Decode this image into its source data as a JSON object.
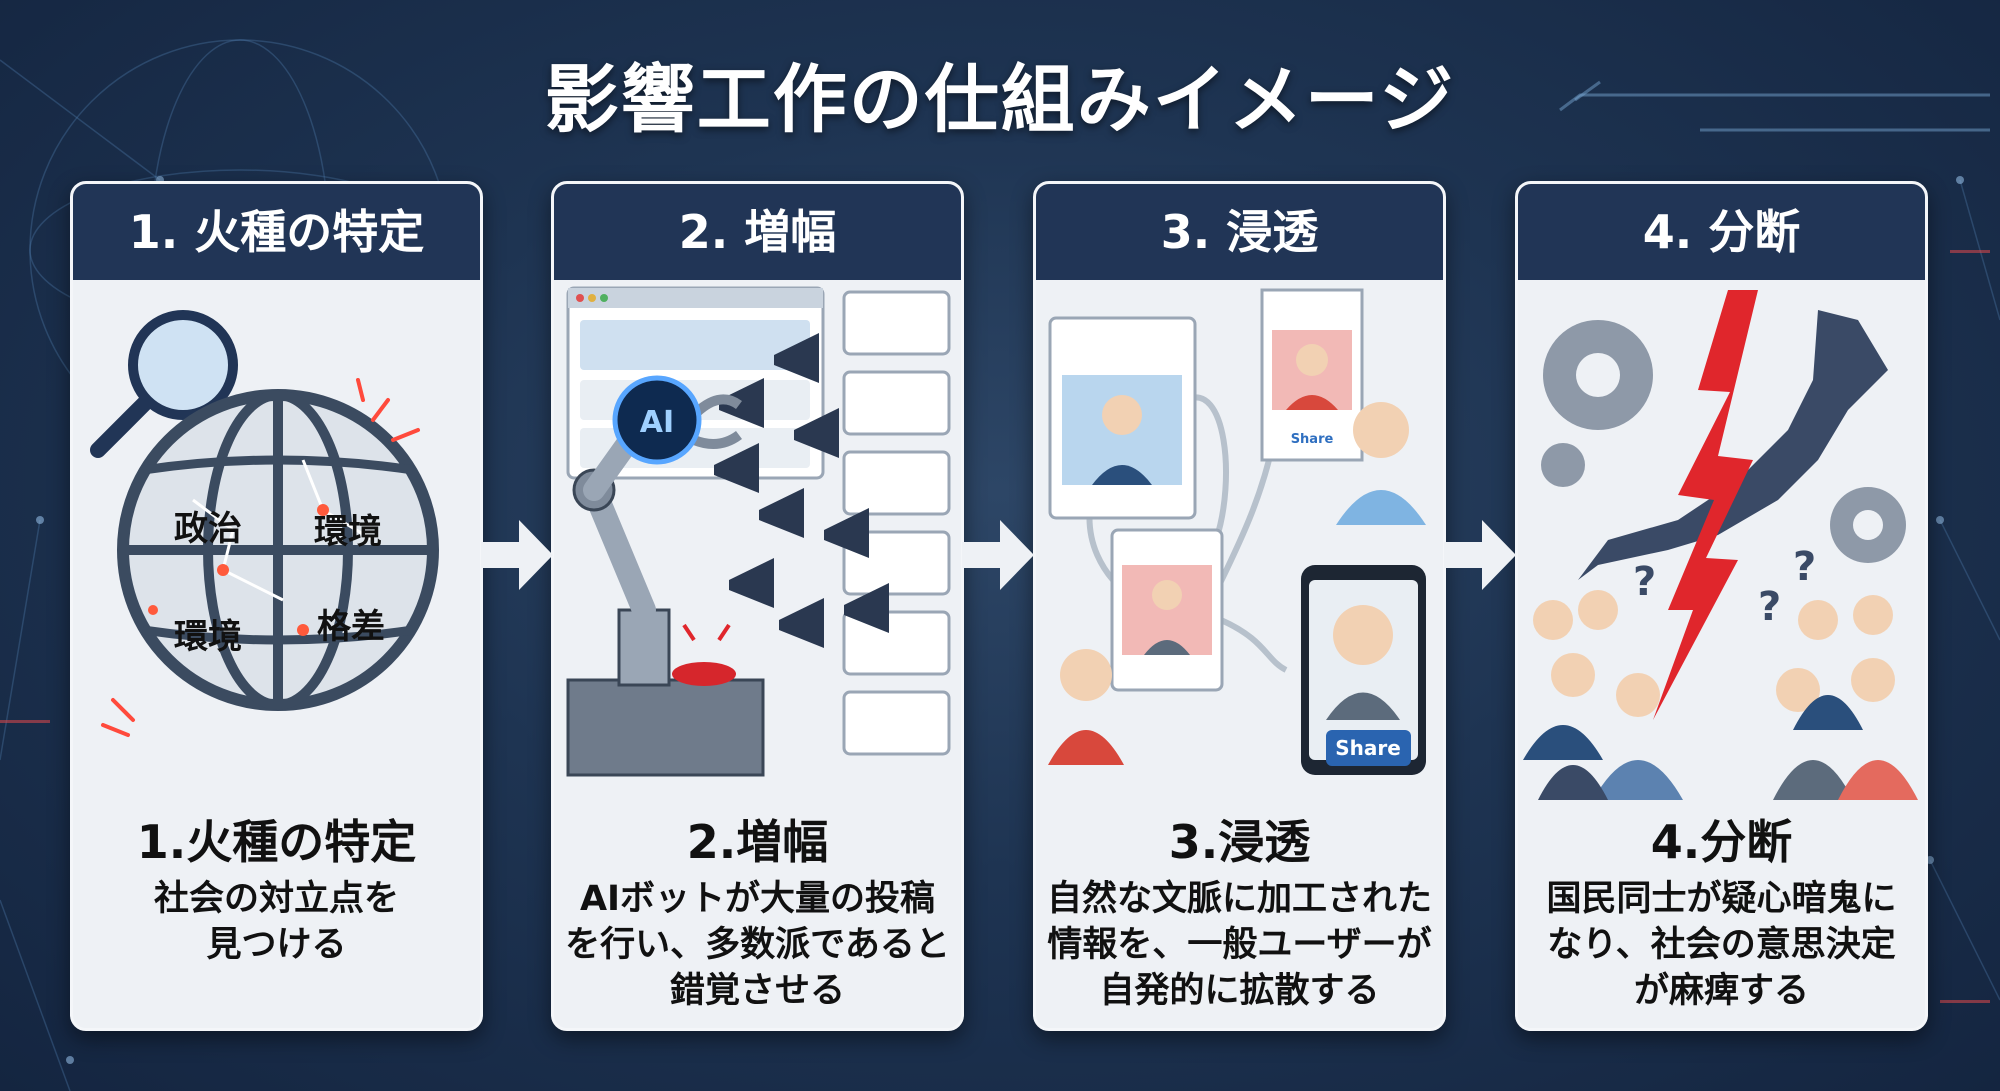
{
  "title": "影響工作の仕組みイメージ",
  "steps": [
    {
      "header": "1. 火種の特定",
      "heading": "1.火種の特定",
      "desc_lines": [
        "社会の対立点を",
        "見つける"
      ],
      "globe_labels": [
        "政治",
        "環境",
        "環境",
        "格差"
      ]
    },
    {
      "header": "2. 増幅",
      "heading": "2.増幅",
      "desc_lines": [
        "AIボットが大量の投稿",
        "を行い、多数派であると",
        "錯覚させる"
      ],
      "ai_badge": "AI"
    },
    {
      "header": "3. 浸透",
      "heading": "3.浸透",
      "desc_lines": [
        "自然な文脈に加工された",
        "情報を、一般ユーザーが",
        "自発的に拡散する"
      ],
      "share_button": "Share",
      "share_small": "Share"
    },
    {
      "header": "4. 分断",
      "heading": "4.分断",
      "desc_lines": [
        "国民同士が疑心暗鬼に",
        "なり、社会の意思決定",
        "が麻痺する"
      ]
    }
  ],
  "colors": {
    "background": "#1e3452",
    "panel": "#eef1f5",
    "header": "#213556",
    "accent_red": "#e0262c",
    "ai_blue": "#2f7de0"
  }
}
